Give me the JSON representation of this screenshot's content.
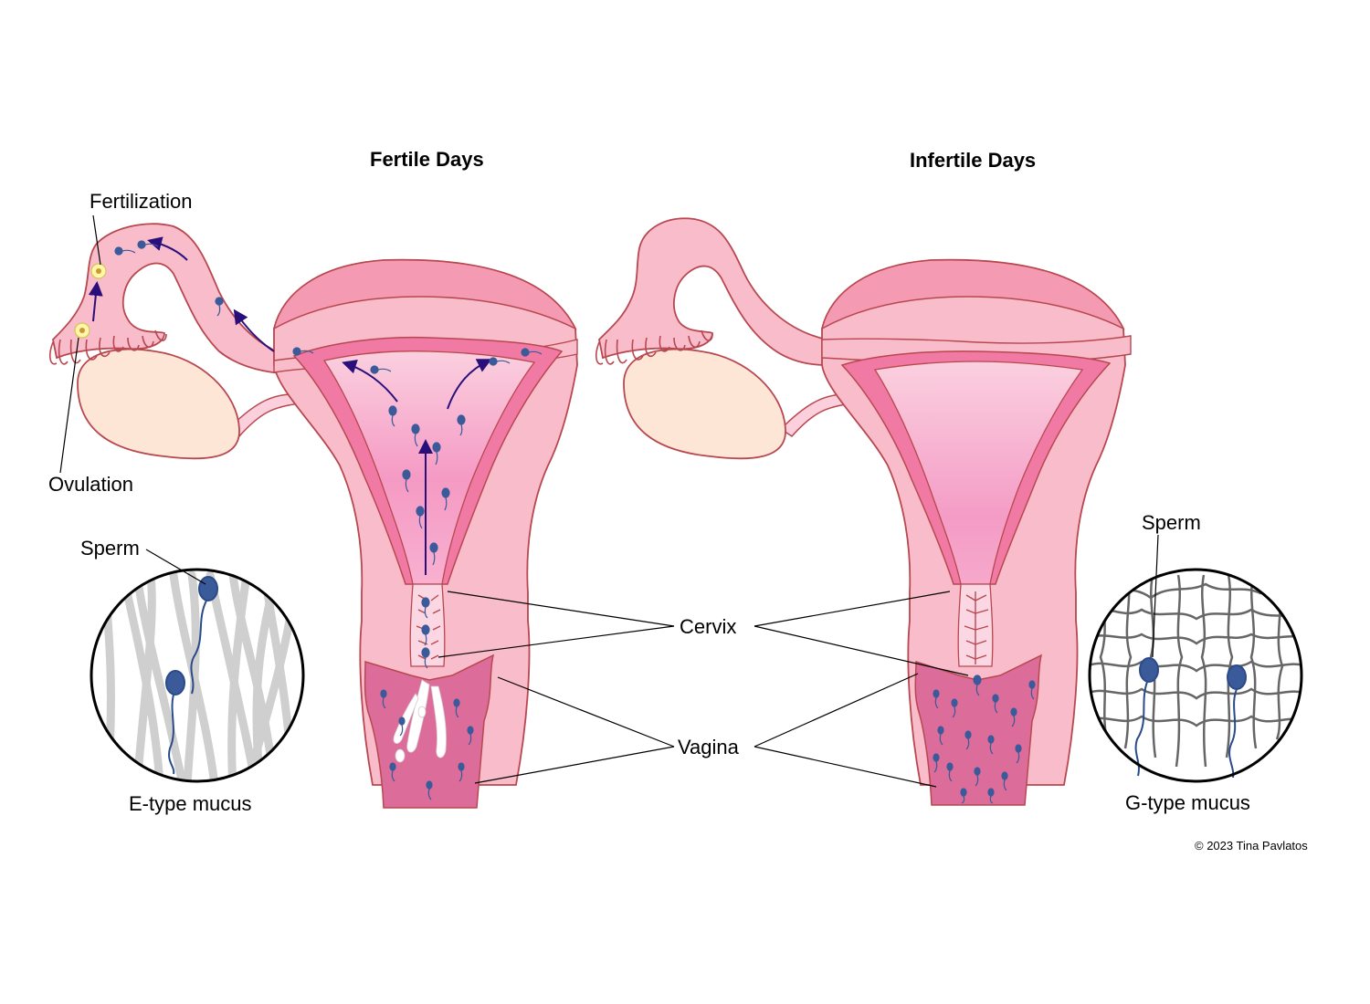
{
  "headings": {
    "fertile": "Fertile Days",
    "infertile": "Infertile Days"
  },
  "labels": {
    "fertilization": "Fertilization",
    "ovulation": "Ovulation",
    "sperm_left": "Sperm",
    "sperm_right": "Sperm",
    "cervix": "Cervix",
    "vagina": "Vagina",
    "e_type": "E-type mucus",
    "g_type": "G-type mucus"
  },
  "copyright": "© 2023 Tina Pavlatos",
  "colors": {
    "uterus_outer": "#f9bccb",
    "uterus_wall": "#f07aa3",
    "cavity": "#f6a0c8",
    "fundus": "#f59ab3",
    "vagina": "#dc6c9a",
    "outline": "#b8474f",
    "ovary": "#fde6d6",
    "sperm": "#3a5a9a",
    "arrow": "#2a0f7a",
    "mucus_e": "#cfcfcf",
    "mucus_g": "#666666"
  }
}
